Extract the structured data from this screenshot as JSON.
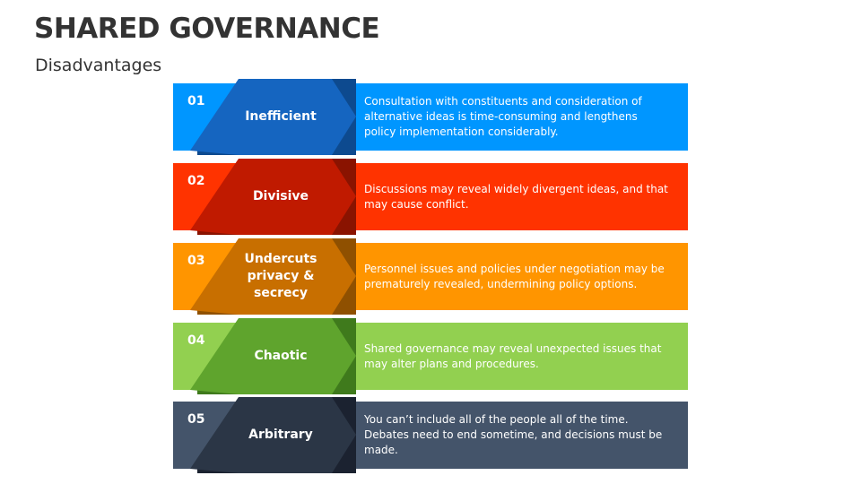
{
  "header": {
    "title": "SHARED GOVERNANCE",
    "subtitle": "Disadvantages"
  },
  "items": [
    {
      "number": "01",
      "label": "Inefficient",
      "description": "Consultation with constituents and consideration of alternative ideas is time-consuming and lengthens policy implementation considerably.",
      "colors": {
        "band": "#0096FF",
        "chevron": "#1565C0",
        "chevron_shadow": "#0D4A8F"
      }
    },
    {
      "number": "02",
      "label": "Divisive",
      "description": "Discussions may reveal widely divergent ideas, and that may cause conflict.",
      "colors": {
        "band": "#FF3300",
        "chevron": "#C01A00",
        "chevron_shadow": "#8A1300"
      }
    },
    {
      "number": "03",
      "label": "Undercuts privacy & secrecy",
      "description": "Personnel issues and policies under negotiation may be prematurely revealed, undermining policy options.",
      "colors": {
        "band": "#FF9500",
        "chevron": "#C86F00",
        "chevron_shadow": "#8F5000"
      }
    },
    {
      "number": "04",
      "label": "Chaotic",
      "description": "Shared governance may reveal unexpected issues that may alter plans and procedures.",
      "colors": {
        "band": "#92D050",
        "chevron": "#5FA42D",
        "chevron_shadow": "#3F7A1C"
      }
    },
    {
      "number": "05",
      "label": "Arbitrary",
      "description": "You can’t include all of the people all of the time. Debates need to end sometime, and decisions must be made.",
      "colors": {
        "band": "#44546A",
        "chevron": "#2B3646",
        "chevron_shadow": "#1B2230"
      }
    }
  ]
}
